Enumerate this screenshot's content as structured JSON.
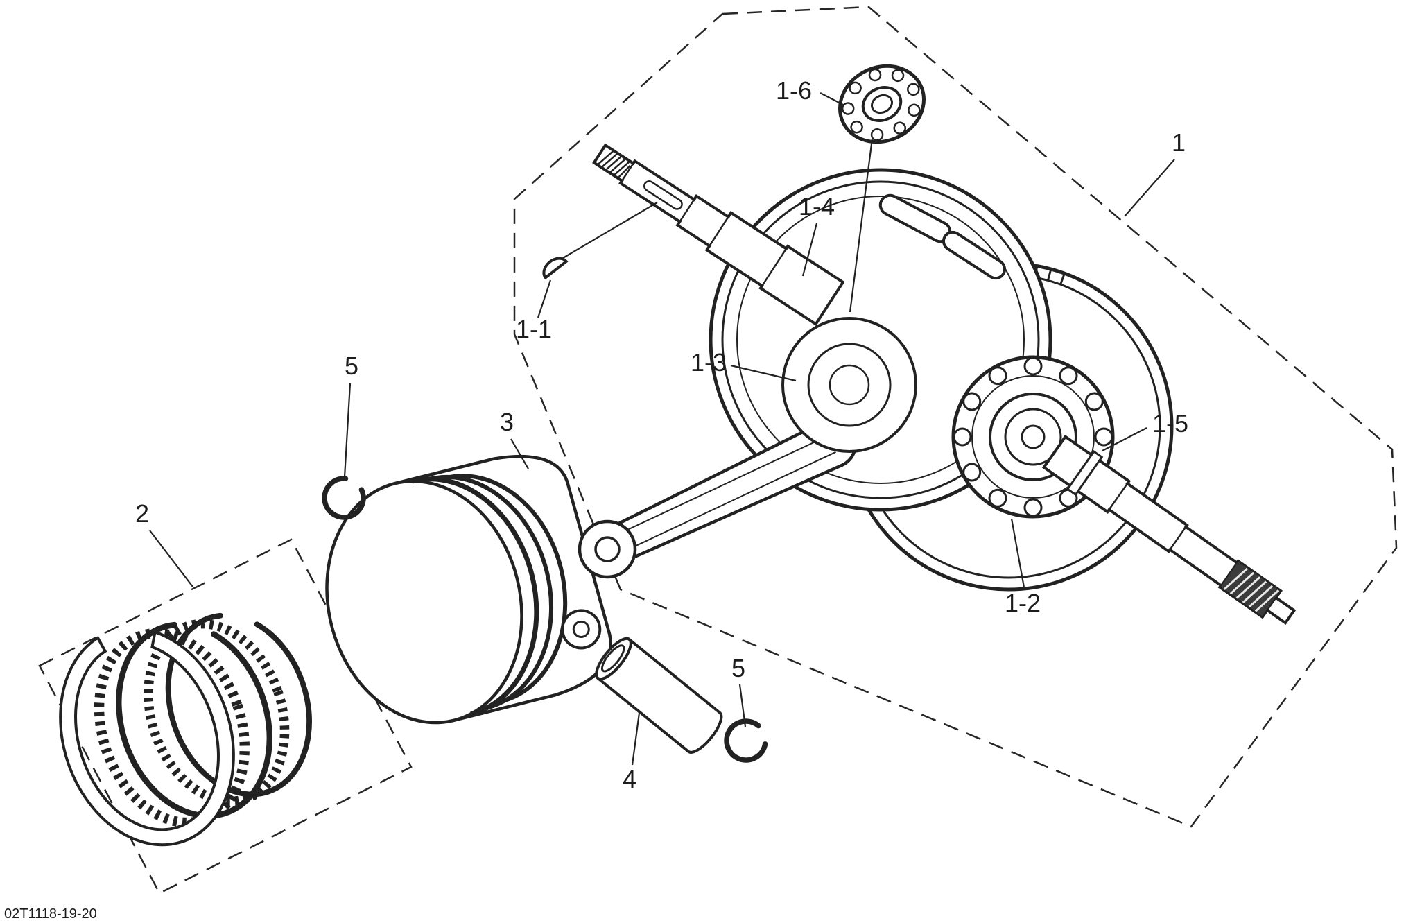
{
  "figure": {
    "doc_code": "02T1118-19-20",
    "colors": {
      "line": "#222222",
      "background": "#ffffff"
    },
    "callouts": [
      {
        "label": "1-6"
      },
      {
        "label": "1"
      },
      {
        "label": "1-4"
      },
      {
        "label": "1-1"
      },
      {
        "label": "1-3"
      },
      {
        "label": "5"
      },
      {
        "label": "3"
      },
      {
        "label": "1-5"
      },
      {
        "label": "2"
      },
      {
        "label": "1-2"
      },
      {
        "label": "5"
      },
      {
        "label": "4"
      }
    ]
  }
}
